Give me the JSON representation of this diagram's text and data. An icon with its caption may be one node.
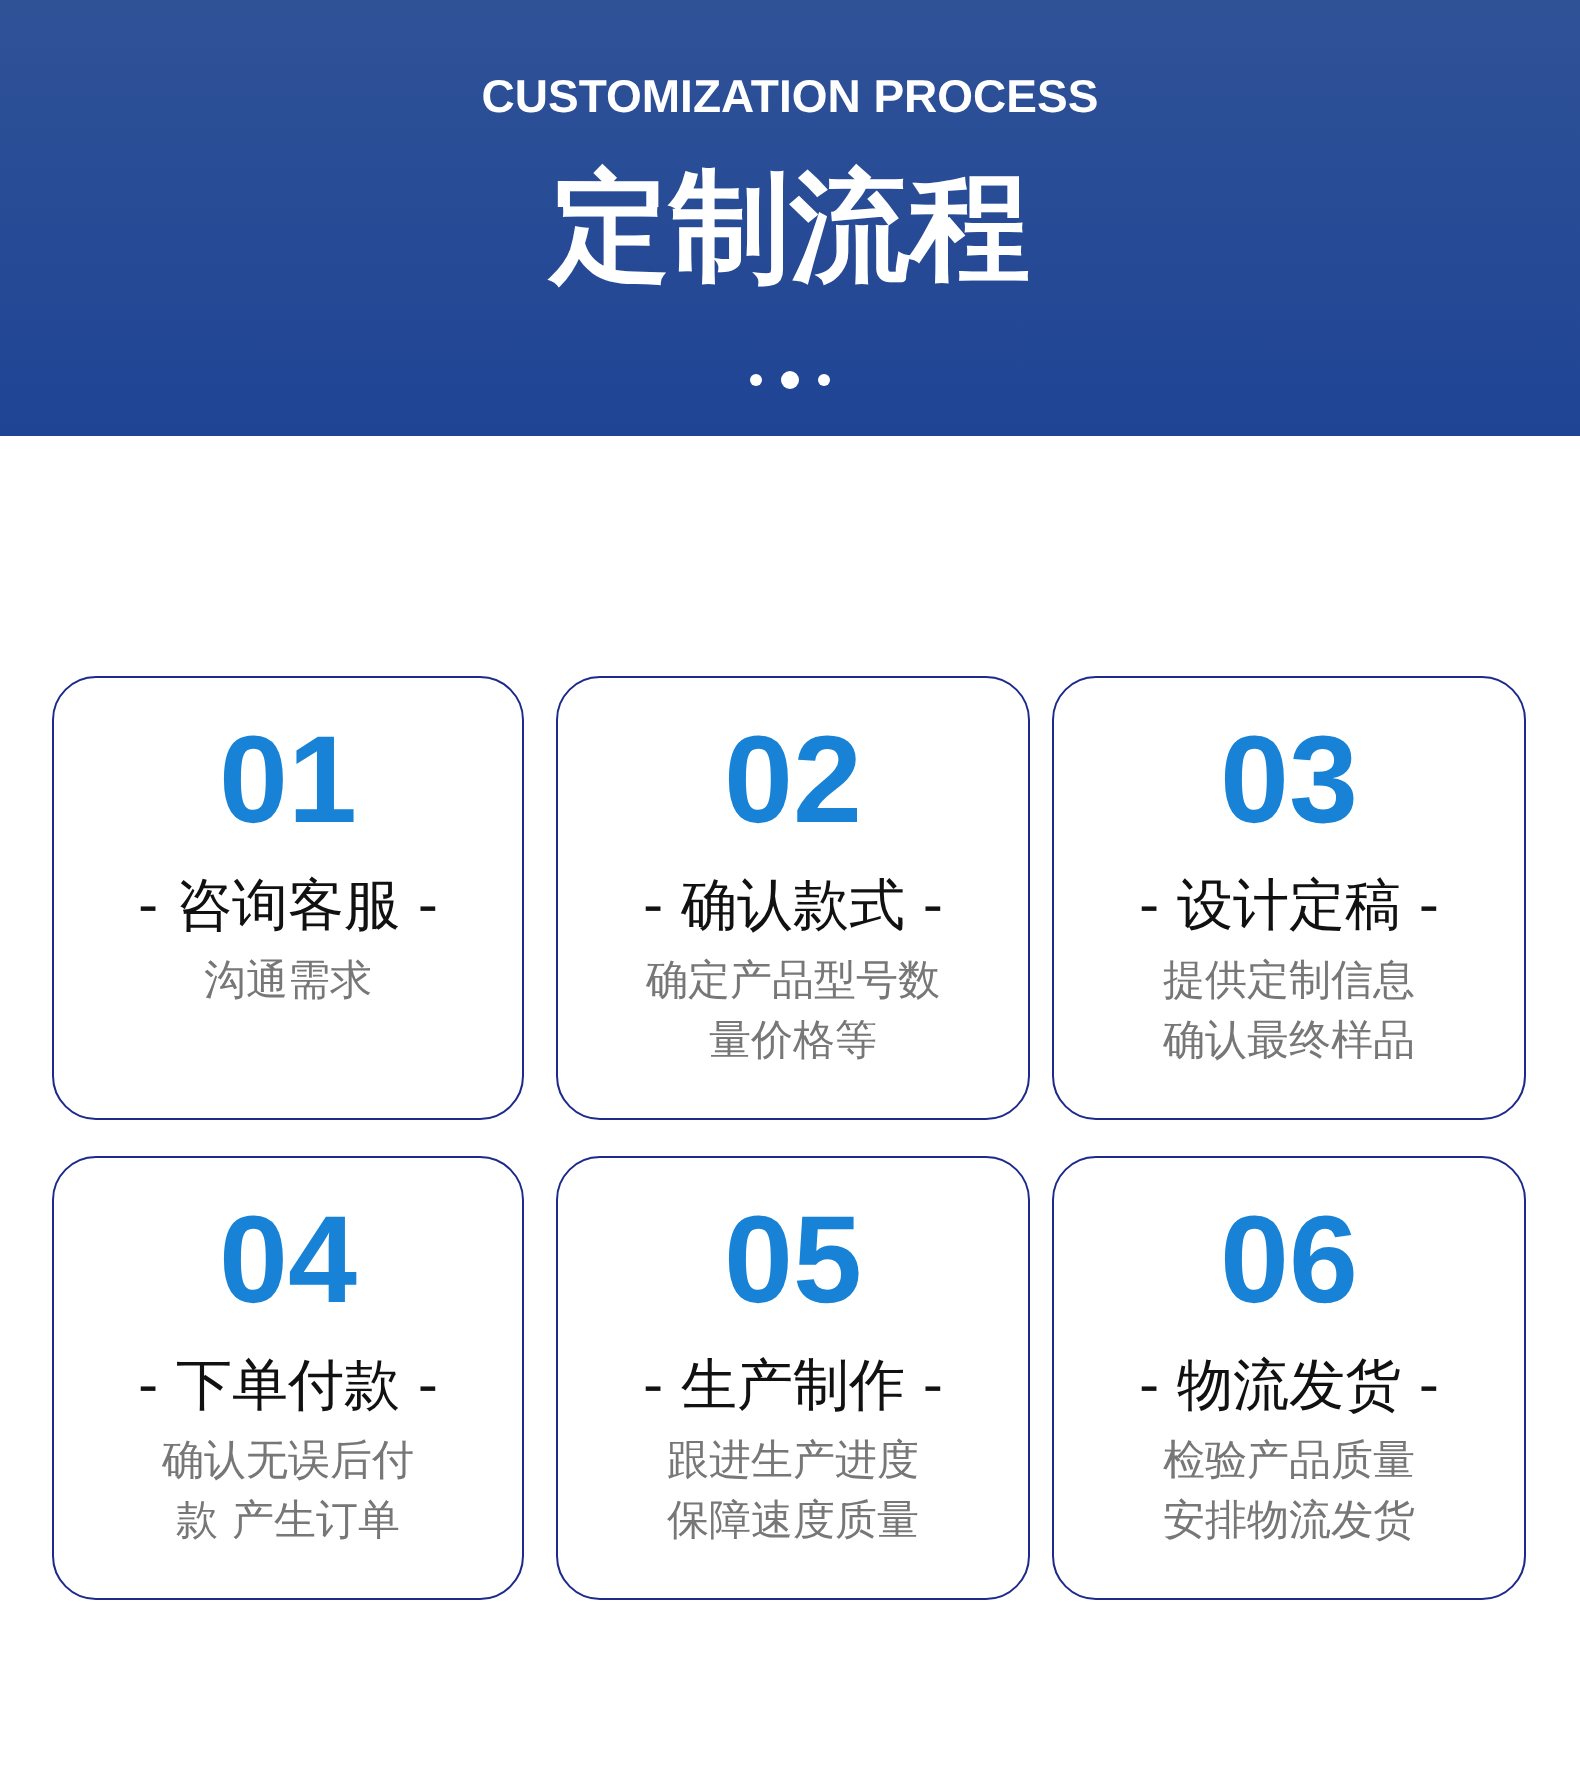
{
  "diagram": {
    "title": "定制流程",
    "labels": [
      "CUSTOMIZATION PROCESS"
    ],
    "nodes": [
      {
        "text": [
          "01",
          "- 咨询客服 -",
          "沟通需求"
        ]
      },
      {
        "text": [
          "02",
          "- 确认款式 -",
          "确定产品型号数量价格等"
        ]
      },
      {
        "text": [
          "03",
          "- 设计定稿 -",
          "提供定制信息确认最终样品"
        ]
      },
      {
        "text": [
          "04",
          "- 下单付款 -",
          "确认无误后付款 产生订单"
        ]
      },
      {
        "text": [
          "05",
          "- 生产制作 -",
          "跟进生产进度保障速度质量"
        ]
      },
      {
        "text": [
          "06",
          "- 物流发货 -",
          "检验产品质量安排物流发货"
        ]
      }
    ]
  }
}
